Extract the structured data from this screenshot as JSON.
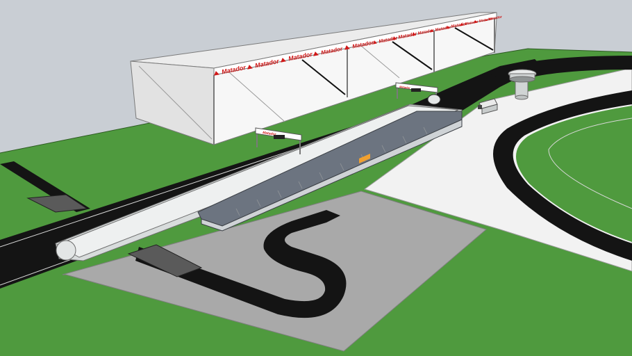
{
  "model": {
    "sponsor_banners": [
      {
        "label": "Matador"
      },
      {
        "label": "Matador"
      },
      {
        "label": "Matador"
      },
      {
        "label": "Matador"
      },
      {
        "label": "Matador"
      },
      {
        "label": "Matador"
      },
      {
        "label": "Matador"
      },
      {
        "label": "Matador"
      },
      {
        "label": "Matador"
      },
      {
        "label": "Matador"
      },
      {
        "label": "Matador"
      },
      {
        "label": "Matador"
      },
      {
        "label": "Matador"
      }
    ],
    "gantry_banners": [
      {
        "label": "Matador"
      },
      {
        "label": "Matador"
      }
    ]
  },
  "colors": {
    "sky": "#c9ced4",
    "grass": "#4f9a3e",
    "asphalt": "#141414",
    "paddock": "#a9a9a9",
    "runoff": "#f2f2f2",
    "pit_building": "#d8dcdc",
    "pit_roof": "#6c7480",
    "grandstand": "#f7f7f7",
    "brand_red": "#d01818",
    "garage_highlight": "#f0a030"
  }
}
